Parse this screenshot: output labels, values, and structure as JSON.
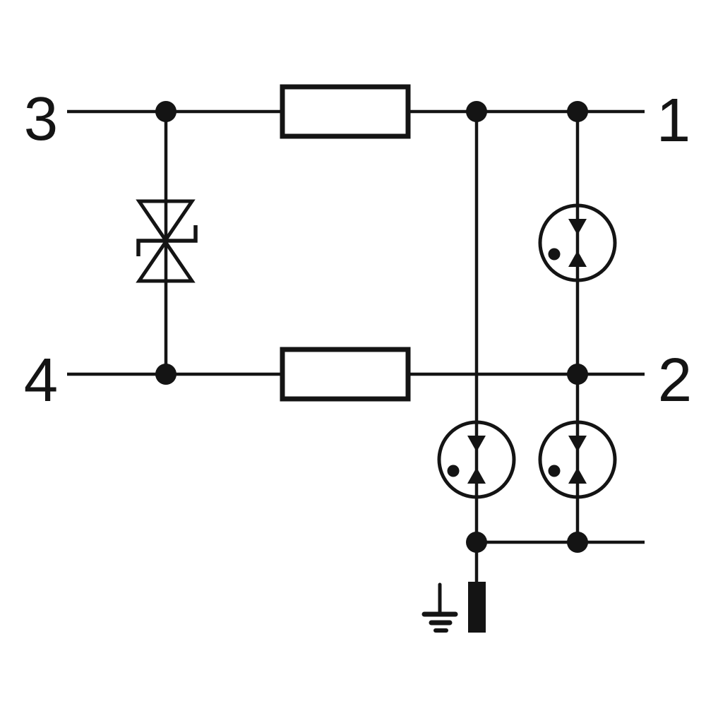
{
  "colors": {
    "ink": "#141414",
    "background": "#ffffff"
  },
  "terminals": [
    {
      "label": "3",
      "position": "top-left"
    },
    {
      "label": "1",
      "position": "top-right"
    },
    {
      "label": "4",
      "position": "bottom-left"
    },
    {
      "label": "2",
      "position": "bottom-right"
    }
  ],
  "components": {
    "impedance_top": {
      "symbol": "series-impedance-box",
      "between": [
        "terminal-3",
        "terminal-1"
      ]
    },
    "impedance_bottom": {
      "symbol": "series-impedance-box",
      "between": [
        "terminal-4",
        "terminal-2"
      ]
    },
    "suppressor_diode": {
      "symbol": "bidirectional-tvs-diode",
      "between": [
        "terminal-3",
        "terminal-4"
      ]
    },
    "arrester_right_upper": {
      "symbol": "gas-discharge-tube",
      "between": [
        "terminal-1",
        "terminal-2"
      ]
    },
    "arrester_middle_lower": {
      "symbol": "gas-discharge-tube",
      "between": [
        "terminal-1-node",
        "ground-bus"
      ],
      "note": "crosses line 2 without junction"
    },
    "arrester_right_lower": {
      "symbol": "gas-discharge-tube",
      "between": [
        "terminal-2",
        "ground-bus"
      ]
    },
    "earth": {
      "symbol": "earth-ground"
    },
    "ground_contact": {
      "symbol": "ground-contact-bar",
      "between": [
        "ground-bus",
        "earth"
      ]
    }
  }
}
